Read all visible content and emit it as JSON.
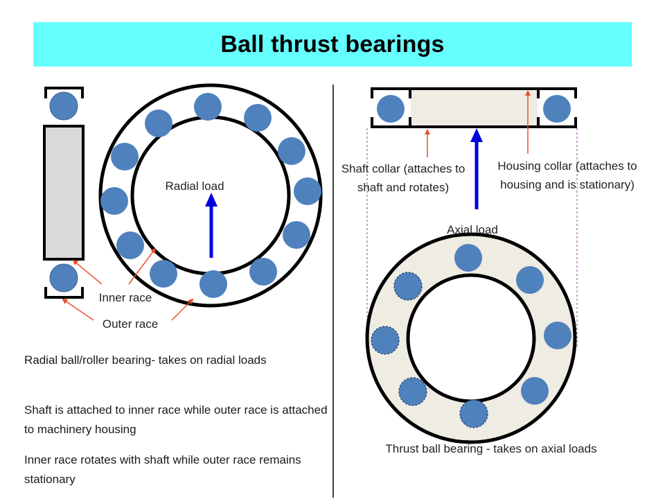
{
  "title": "Ball thrust bearings",
  "labels": {
    "radial_load": "Radial load",
    "inner_race": "Inner race",
    "outer_race": "Outer race",
    "shaft_collar": "Shaft collar (attaches to shaft and rotates)",
    "housing_collar": "Housing collar (attaches to housing and is stationary)",
    "axial_load": "Axial load",
    "thrust_caption": "Thrust ball bearing - takes on axial loads"
  },
  "paragraphs": [
    "Radial ball/roller bearing- takes on radial loads",
    "Shaft is attached to inner race while outer race is attached to machinery housing",
    "Inner race rotates with shaft while outer race remains stationary"
  ],
  "colors": {
    "title_bg": "#66ffff",
    "ball": "#4f81bd",
    "load_arrow": "#0000dd",
    "pointer": "#e8502a",
    "collar_fill": "#efece3",
    "race_fill": "#d9d9d9"
  }
}
